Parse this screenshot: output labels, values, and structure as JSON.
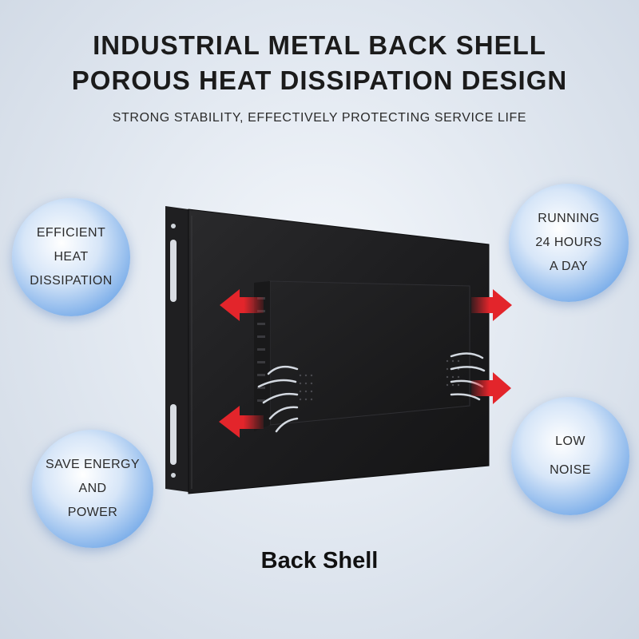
{
  "header": {
    "title_line1": "INDUSTRIAL METAL BACK SHELL",
    "title_line2": "POROUS HEAT DISSIPATION DESIGN",
    "subtitle": "STRONG STABILITY, EFFECTIVELY PROTECTING SERVICE LIFE"
  },
  "features": {
    "efficient_heat": [
      "EFFICIENT",
      "HEAT",
      "DISSIPATION"
    ],
    "running": [
      "RUNNING",
      "24 HOURS",
      "A DAY"
    ],
    "save_energy": [
      "SAVE ENERGY",
      "AND",
      "POWER"
    ],
    "low_noise": [
      "LOW",
      "NOISE"
    ]
  },
  "product_label": "Back Shell",
  "colors": {
    "arrow_red": "#e3252b",
    "shell_black": "#1c1c1e",
    "badge_blue": "#5b97e0",
    "airflow_white": "#e8eef6"
  }
}
